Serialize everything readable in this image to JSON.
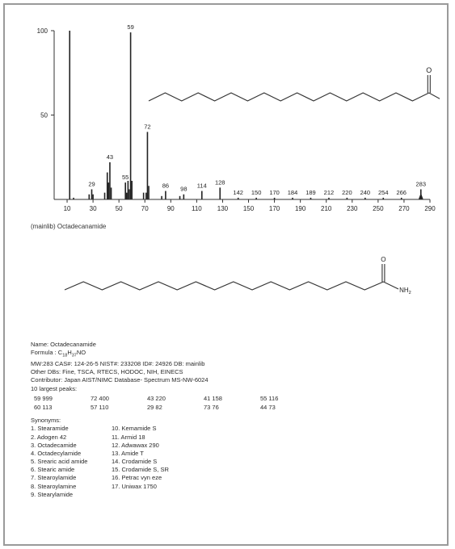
{
  "chart_data": {
    "type": "bar",
    "title": "",
    "caption": "(mainlib) Octadecanamide",
    "xlabel": "",
    "ylabel": "",
    "xlim": [
      0,
      290
    ],
    "ylim": [
      0,
      100
    ],
    "x_ticks": [
      10,
      30,
      50,
      70,
      90,
      110,
      130,
      150,
      170,
      190,
      210,
      230,
      250,
      270,
      290
    ],
    "y_ticks": [
      100,
      50
    ],
    "peaks": [
      {
        "mz": 12,
        "intensity": 100
      },
      {
        "mz": 15,
        "intensity": 1
      },
      {
        "mz": 27,
        "intensity": 3
      },
      {
        "mz": 29,
        "intensity": 6,
        "label": "29"
      },
      {
        "mz": 30,
        "intensity": 3
      },
      {
        "mz": 39,
        "intensity": 4
      },
      {
        "mz": 41,
        "intensity": 16
      },
      {
        "mz": 42,
        "intensity": 10
      },
      {
        "mz": 43,
        "intensity": 22,
        "label": "43"
      },
      {
        "mz": 44,
        "intensity": 7
      },
      {
        "mz": 55,
        "intensity": 10,
        "label": "55"
      },
      {
        "mz": 56,
        "intensity": 4
      },
      {
        "mz": 57,
        "intensity": 11
      },
      {
        "mz": 58,
        "intensity": 6
      },
      {
        "mz": 59,
        "intensity": 99,
        "label": "59"
      },
      {
        "mz": 60,
        "intensity": 11
      },
      {
        "mz": 69,
        "intensity": 4
      },
      {
        "mz": 71,
        "intensity": 4
      },
      {
        "mz": 72,
        "intensity": 40,
        "label": "72"
      },
      {
        "mz": 73,
        "intensity": 8
      },
      {
        "mz": 83,
        "intensity": 2
      },
      {
        "mz": 86,
        "intensity": 5,
        "label": "86"
      },
      {
        "mz": 97,
        "intensity": 2
      },
      {
        "mz": 100,
        "intensity": 3,
        "label": "98"
      },
      {
        "mz": 114,
        "intensity": 5,
        "label": "114"
      },
      {
        "mz": 128,
        "intensity": 7,
        "label": "128"
      },
      {
        "mz": 142,
        "intensity": 1,
        "label": "142"
      },
      {
        "mz": 156,
        "intensity": 1,
        "label": "150"
      },
      {
        "mz": 170,
        "intensity": 1,
        "label": "170"
      },
      {
        "mz": 184,
        "intensity": 1,
        "label": "184"
      },
      {
        "mz": 198,
        "intensity": 1,
        "label": "189"
      },
      {
        "mz": 212,
        "intensity": 1,
        "label": "212"
      },
      {
        "mz": 226,
        "intensity": 1,
        "label": "220"
      },
      {
        "mz": 240,
        "intensity": 1,
        "label": "240"
      },
      {
        "mz": 254,
        "intensity": 1,
        "label": "254"
      },
      {
        "mz": 268,
        "intensity": 1,
        "label": "266"
      },
      {
        "mz": 283,
        "intensity": 6,
        "label": "283"
      }
    ]
  },
  "structure": {
    "amide_o": "O",
    "amide_n": "NH",
    "amide_n_sub": "2"
  },
  "info": {
    "name": "Name: Octadecanamide",
    "formula_prefix": "Formula : C",
    "formula_c_sub": "18",
    "formula_h": "H",
    "formula_h_sub": "37",
    "formula_suffix": "NO",
    "mw_line": "MW:283 CAS#: 124-26-5 NIST#: 233208 ID#: 24926 DB: mainlib",
    "other_dbs": "Other DBs: Fine, TSCA, RTECS, HODOC, NIH, EINECS",
    "contributor": "Contributor: Japan AIST/NIMC Database- Spectrum MS-NW-6024",
    "largest_peaks_title": "10 largest peaks:",
    "largest_peaks": [
      "59 999",
      "72 400",
      "43 220",
      "41 158",
      "55 116",
      "60 113",
      "57 110",
      "29 82",
      "73 76",
      "44 73"
    ],
    "synonyms_title": "Synonyms:",
    "synonyms": [
      "1. Stearamide",
      "2. Adogen 42",
      "3. Octadecamide",
      "4. Octadecylamide",
      "5. Srearic acid amide",
      "6. Stearic amide",
      "7. Stearoylamide",
      "8. Stearoylamine",
      "9. Stearylamide",
      "10. Kemamide S",
      "11. Armid 18",
      "12. Adwawax 290",
      "13. Amide T",
      "14. Crodamide S",
      "15. Crodamide S, SR",
      "16. Petrac vyn eze",
      "17. Uniwax 1750"
    ]
  }
}
